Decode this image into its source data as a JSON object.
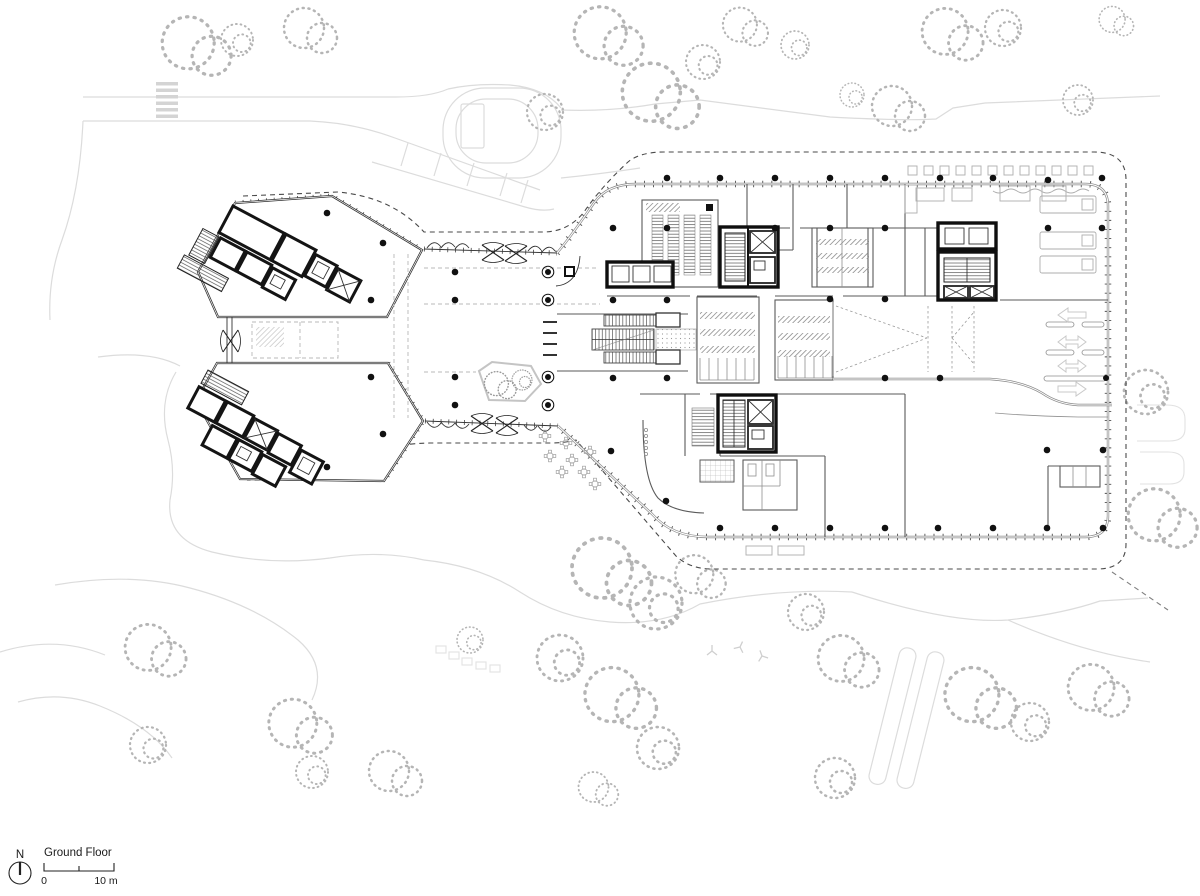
{
  "legend": {
    "title": "Ground Floor",
    "north_label": "N",
    "scale_start_label": "0",
    "scale_end_label": "10 m"
  },
  "colors": {
    "background": "#ffffff",
    "core_walls": "#141414",
    "partitions": "#5a5a5a",
    "glass_facade": "#8a8a8a",
    "canopy_dashed": "#4a4a4a",
    "site_paths": "#dcdcdc",
    "trees": "#b5b5b5"
  }
}
